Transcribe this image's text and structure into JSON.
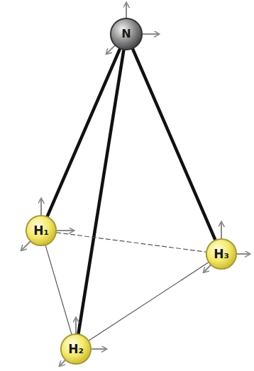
{
  "diagram": {
    "nodes": [
      {
        "text": [
          "N"
        ]
      },
      {
        "text": [
          "H₁"
        ]
      },
      {
        "text": [
          "H₂"
        ]
      },
      {
        "text": [
          "H₃"
        ]
      }
    ],
    "edges": [
      {
        "from": 0,
        "to": 1,
        "arrow": "none"
      },
      {
        "from": 0,
        "to": 2,
        "arrow": "none"
      },
      {
        "from": 0,
        "to": 3,
        "arrow": "none"
      },
      {
        "from": 1,
        "to": 2,
        "arrow": "none"
      },
      {
        "from": 2,
        "to": 3,
        "arrow": "none"
      },
      {
        "from": 1,
        "to": 3,
        "arrow": "none"
      }
    ]
  }
}
